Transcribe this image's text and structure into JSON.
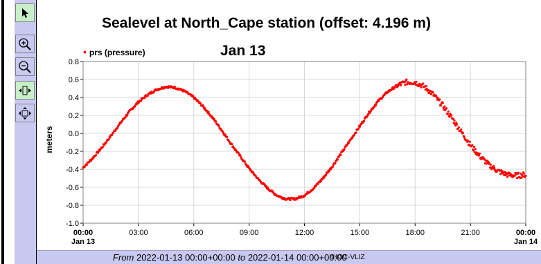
{
  "toolbar": {
    "tools": [
      {
        "name": "pointer",
        "icon": "arrow-pointer-icon"
      },
      {
        "name": "zoom-in",
        "icon": "zoom-in-icon"
      },
      {
        "name": "zoom-out",
        "icon": "zoom-out-icon"
      },
      {
        "name": "pan-horizontal",
        "icon": "pan-horizontal-icon"
      },
      {
        "name": "pan-all",
        "icon": "pan-all-icon"
      }
    ]
  },
  "chart_data": {
    "type": "scatter",
    "title": "Sealevel at North_Cape station (offset: 4.196 m)",
    "subtitle": "Jan 13",
    "ylabel": "meters",
    "xlabel": "",
    "legend": {
      "position": "top-left",
      "entries": [
        {
          "name": "prs (pressure)",
          "color": "#ff0000"
        }
      ]
    },
    "grid": true,
    "ylim": [
      -1.0,
      0.8
    ],
    "yticks": [
      "0.8",
      "0.6",
      "0.4",
      "0.2",
      "0.0",
      "-0.2",
      "-0.4",
      "-0.6",
      "-0.8",
      "-1.0"
    ],
    "ytick_values": [
      0.8,
      0.6,
      0.4,
      0.2,
      0.0,
      -0.2,
      -0.4,
      -0.6,
      -0.8,
      -1.0
    ],
    "xlim_hours": [
      0,
      24
    ],
    "xticks": [
      {
        "h": 0,
        "label": "00:00",
        "sub": "Jan 13"
      },
      {
        "h": 3,
        "label": "03:00",
        "sub": ""
      },
      {
        "h": 6,
        "label": "06:00",
        "sub": ""
      },
      {
        "h": 9,
        "label": "09:00",
        "sub": ""
      },
      {
        "h": 12,
        "label": "12:00",
        "sub": ""
      },
      {
        "h": 15,
        "label": "15:00",
        "sub": ""
      },
      {
        "h": 18,
        "label": "18:00",
        "sub": ""
      },
      {
        "h": 21,
        "label": "21:00",
        "sub": ""
      },
      {
        "h": 24,
        "label": "00:00",
        "sub": "Jan 14"
      }
    ],
    "series": [
      {
        "name": "prs (pressure)",
        "color": "#ff0000",
        "x_hours": [
          0,
          0.5,
          1,
          1.5,
          2,
          2.5,
          3,
          3.5,
          4,
          4.5,
          5,
          5.5,
          6,
          6.5,
          7,
          7.5,
          8,
          8.5,
          9,
          9.5,
          10,
          10.5,
          11,
          11.5,
          12,
          12.5,
          13,
          13.5,
          14,
          14.5,
          15,
          15.5,
          16,
          16.5,
          17,
          17.5,
          18,
          18.5,
          19,
          19.5,
          20,
          20.5,
          21,
          21.5,
          22,
          22.5,
          23,
          23.5,
          24
        ],
        "values": [
          -0.38,
          -0.28,
          -0.16,
          -0.03,
          0.11,
          0.24,
          0.35,
          0.43,
          0.49,
          0.52,
          0.51,
          0.47,
          0.4,
          0.3,
          0.18,
          0.04,
          -0.11,
          -0.25,
          -0.39,
          -0.51,
          -0.61,
          -0.69,
          -0.73,
          -0.73,
          -0.69,
          -0.61,
          -0.5,
          -0.37,
          -0.22,
          -0.07,
          0.08,
          0.23,
          0.36,
          0.46,
          0.53,
          0.57,
          0.57,
          0.52,
          0.43,
          0.31,
          0.17,
          0.02,
          -0.13,
          -0.25,
          -0.35,
          -0.42,
          -0.46,
          -0.47,
          -0.46
        ]
      }
    ]
  },
  "footer": {
    "from_word": "From",
    "from_value": "2022-01-13 00:00+00:00",
    "to_word": "to",
    "to_value": "2022-01-14 00:00+00:00",
    "credit": "©IOC-VLIZ"
  }
}
